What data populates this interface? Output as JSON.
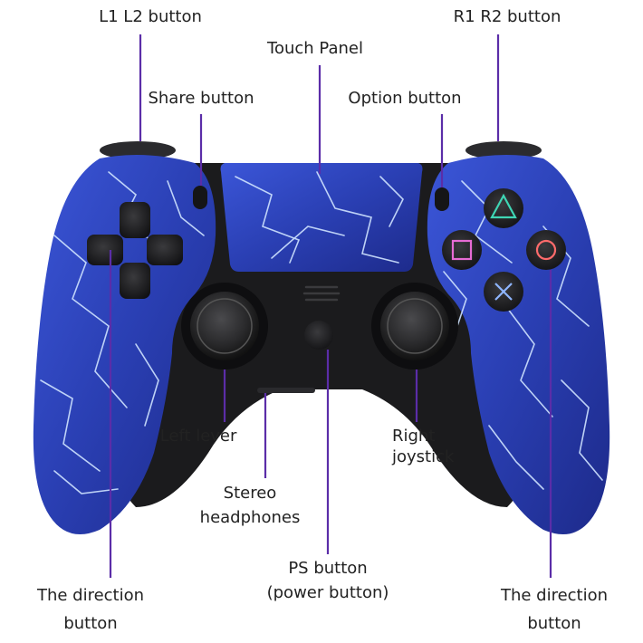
{
  "labels": {
    "l1l2": "L1 L2 button",
    "r1r2": "R1 R2 button",
    "touch": "Touch Panel",
    "share": "Share button",
    "option": "Option button",
    "left_lever": "Left lever",
    "right_joystick_1": "Right",
    "right_joystick_2": "joystick",
    "stereo_1": "Stereo",
    "stereo_2": "headphones",
    "ps_1": "PS button",
    "ps_2": "(power button)",
    "dir_left_1": "The direction",
    "dir_left_2": "button",
    "dir_right_1": "The direction",
    "dir_right_2": "button"
  },
  "colors": {
    "leader": "#5b2da8",
    "body_blue": "#2a3fb3",
    "lightning": "#cfe3ff",
    "black_part": "#1b1b1d",
    "triangle": "#3fd6b4",
    "square": "#e76bd4",
    "circle": "#ff6b6b",
    "cross": "#8fb6ff"
  },
  "icons": {
    "triangle": "triangle-button-icon",
    "square": "square-button-icon",
    "circle": "circle-button-icon",
    "cross": "cross-button-icon"
  }
}
